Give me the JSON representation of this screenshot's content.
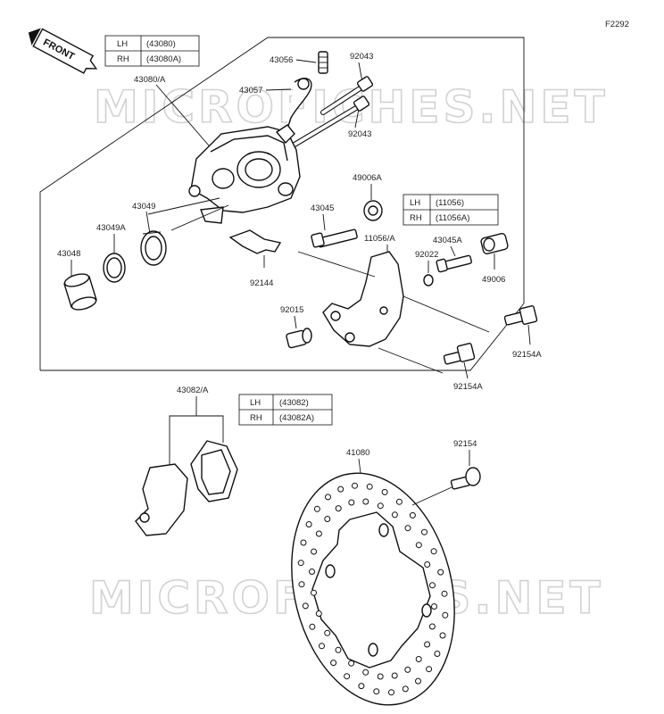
{
  "diagram_code": "F2292",
  "front_arrow_label": "FRONT",
  "watermark": "MICROFICHES.NET",
  "labels": {
    "caliper_assy": "43080/A",
    "bleeder_valve": "43056",
    "banjo_pipe": "43057",
    "pin_upper": "92043",
    "pin_lower": "92043",
    "seal_dust": "43049",
    "seal_piston": "43049A",
    "piston": "43048",
    "spring_pad": "92144",
    "boot": "49006A",
    "slide_pin": "43045",
    "holder": "11056/A",
    "slide_pin_a": "43045A",
    "washer": "92022",
    "boot_b": "49006",
    "sleeve": "92015",
    "bolt_upper": "92154A",
    "bolt_lower": "92154A",
    "pad_assy": "43082/A",
    "disc": "41080",
    "disc_bolt": "92154"
  },
  "tables": {
    "caliper": [
      {
        "side": "LH",
        "code": "(43080)"
      },
      {
        "side": "RH",
        "code": "(43080A)"
      }
    ],
    "holder": [
      {
        "side": "LH",
        "code": "(11056)"
      },
      {
        "side": "RH",
        "code": "(11056A)"
      }
    ],
    "pads": [
      {
        "side": "LH",
        "code": "(43082)"
      },
      {
        "side": "RH",
        "code": "(43082A)"
      }
    ]
  }
}
